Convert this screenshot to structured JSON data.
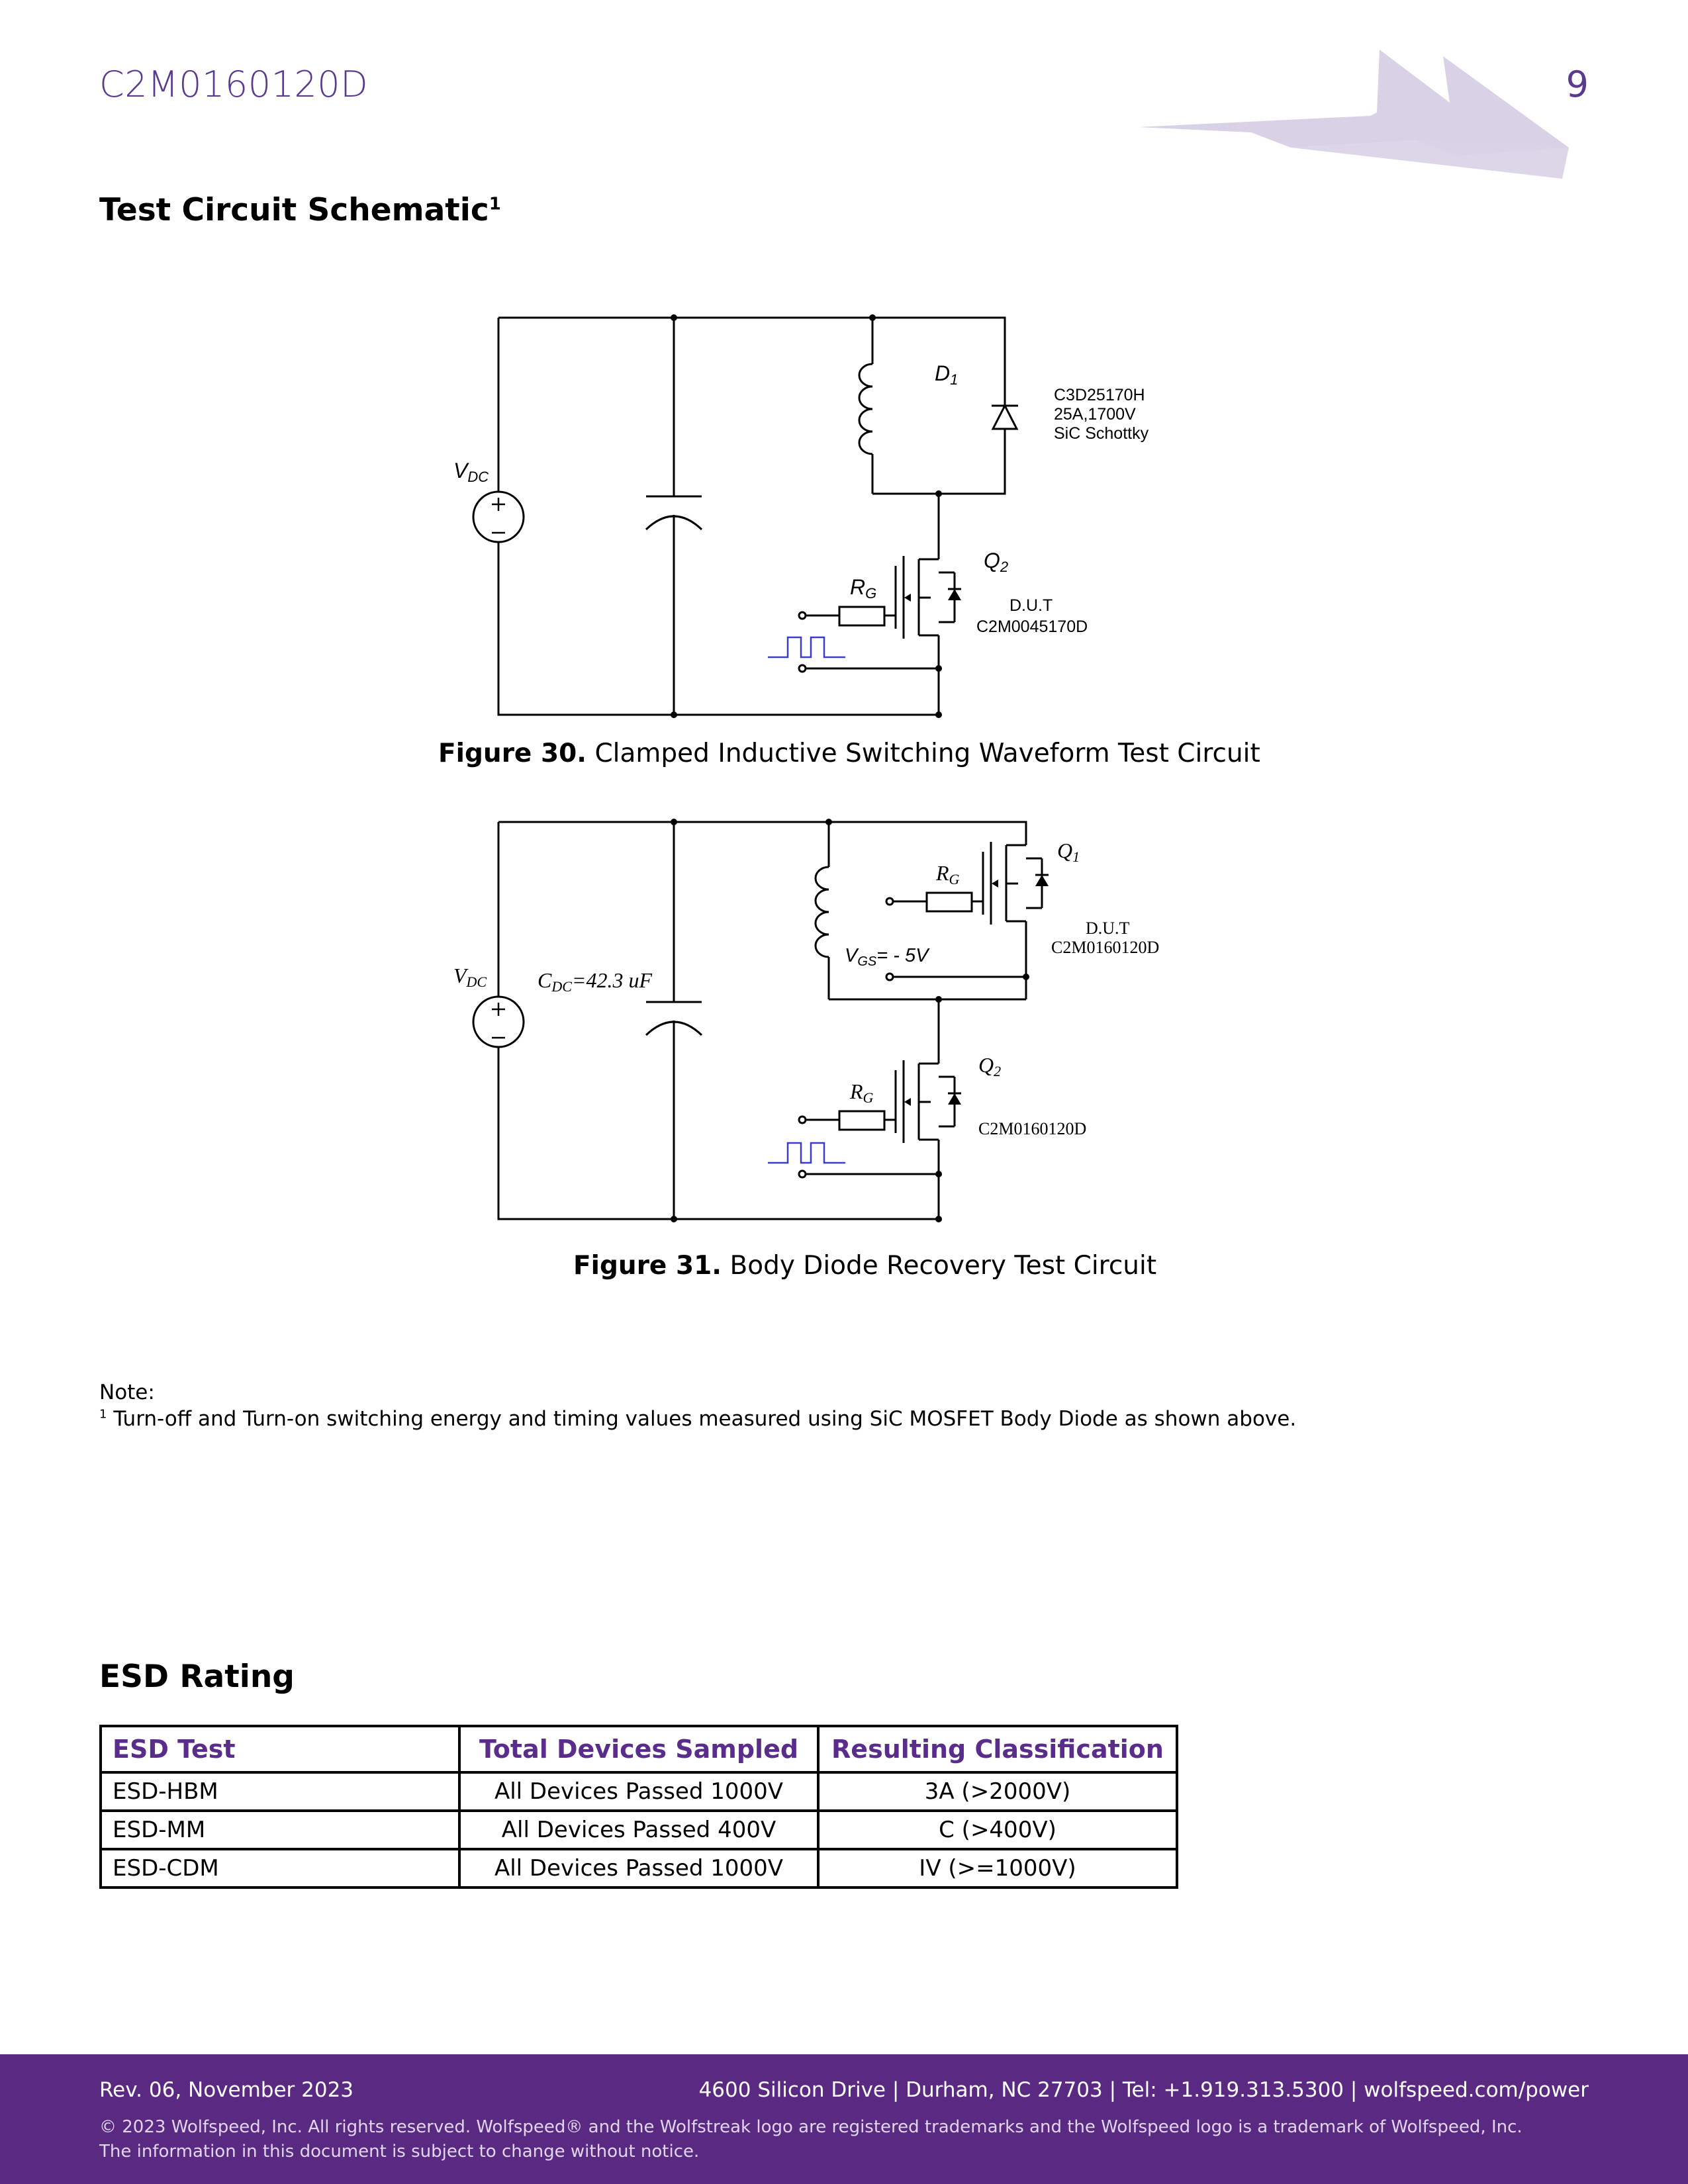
{
  "header": {
    "part_number": "C2M0160120D",
    "page_number": "9"
  },
  "section1": {
    "title": "Test Circuit Schematic",
    "title_sup": "1"
  },
  "figure30": {
    "label": "Figure 30.",
    "caption": "Clamped Inductive Switching Waveform Test Circuit",
    "vdc": "V",
    "vdc_sub": "DC",
    "d1": "D",
    "d1_sub": "1",
    "diode_line1": "C3D25170H",
    "diode_line2": "25A,1700V",
    "diode_line3": "SiC Schottky",
    "rg": "R",
    "rg_sub": "G",
    "q2": "Q",
    "q2_sub": "2",
    "dut_line1": "D.U.T",
    "dut_line2": "C2M0045170D"
  },
  "figure31": {
    "label": "Figure 31.",
    "caption": "Body Diode Recovery Test Circuit",
    "vdc": "V",
    "vdc_sub": "DC",
    "cdc": "C",
    "cdc_sub": "DC",
    "cdc_value": "=42.3 uF",
    "vgs": "V",
    "vgs_sub": "GS",
    "vgs_value": "= - 5V",
    "q1": "Q",
    "q1_sub": "1",
    "q1_rg": "R",
    "q1_rg_sub": "G",
    "dut_line1": "D.U.T",
    "dut_line2": "C2M0160120D",
    "q2": "Q",
    "q2_sub": "2",
    "q2_rg": "R",
    "q2_rg_sub": "G",
    "q2_part": "C2M0160120D"
  },
  "note": {
    "heading": "Note:",
    "sup": "1",
    "text": "Turn-off and Turn-on switching energy and timing values measured using SiC MOSFET Body Diode as shown above."
  },
  "esd": {
    "title": "ESD Rating",
    "columns": [
      "ESD Test",
      "Total Devices Sampled",
      "Resulting Classification"
    ],
    "rows": [
      [
        "ESD-HBM",
        "All Devices Passed 1000V",
        "3A (>2000V)"
      ],
      [
        "ESD-MM",
        "All Devices Passed 400V",
        "C (>400V)"
      ],
      [
        "ESD-CDM",
        "All Devices Passed 1000V",
        "IV (>=1000V)"
      ]
    ]
  },
  "footer": {
    "revision": "Rev. 06, November 2023",
    "address": "4600 Silicon Drive  |  Durham, NC 27703  |  Tel: +1.919.313.5300  |  wolfspeed.com/power",
    "copyright_line1": "© 2023 Wolfspeed, Inc. All rights reserved. Wolfspeed® and the Wolfstreak logo are registered trademarks and the Wolfspeed logo is a trademark of Wolfspeed, Inc.",
    "copyright_line2": "The information in this document is subject to change without notice."
  },
  "colors": {
    "brand_purple": "#5a2a82",
    "header_text": "#5a3a8e",
    "logo_tint": "#d9d1e6",
    "pulse_blue": "#3b3bd0"
  }
}
